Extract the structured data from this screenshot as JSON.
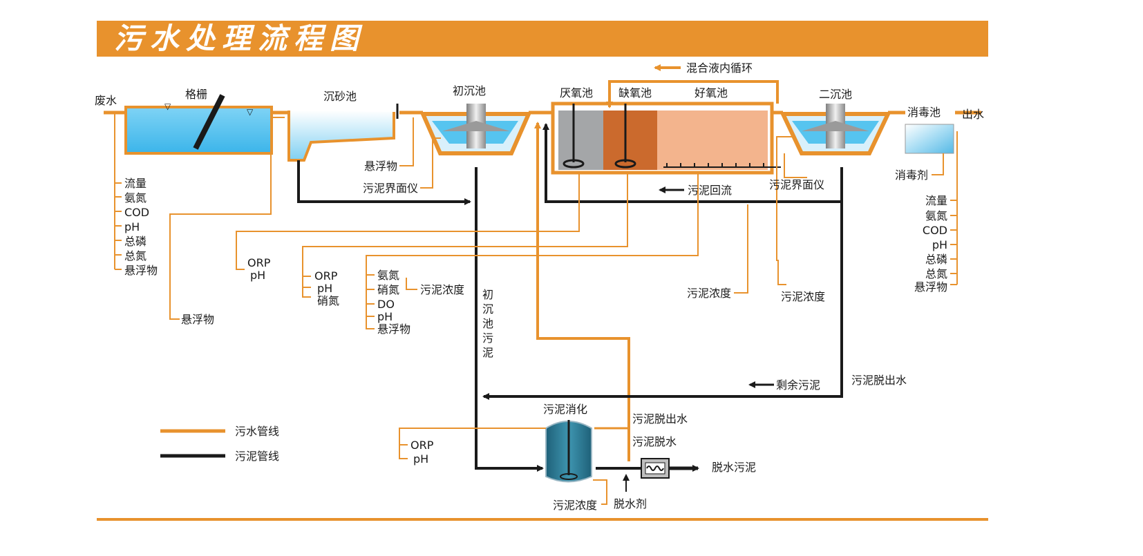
{
  "title": "污水处理流程图",
  "colors": {
    "orange": "#e8922d",
    "black": "#1a1a1a",
    "water_blue": "#56c4ef",
    "anaerobic_gray": "#a4a6a8",
    "anoxic_brown": "#cb6a2d",
    "aerobic_peach": "#f3b48d",
    "digester_teal": "#2f7f9a"
  },
  "units": {
    "inflow": "废水",
    "screen": "格栅",
    "grit": "沉砂池",
    "primary": "初沉池",
    "anaerobic": "厌氧池",
    "anoxic": "缺氧池",
    "aerobic": "好氧池",
    "secondary": "二沉池",
    "disinfection": "消毒池",
    "outflow": "出水",
    "digestion": "污泥消化"
  },
  "flows": {
    "mixed_liquor_recycle": "混合液内循环",
    "sludge_return": "污泥回流",
    "excess_sludge": "剩余污泥",
    "primary_sludge": [
      "初",
      "沉",
      "池",
      "污",
      "泥"
    ],
    "dewatering_filtrate": "污泥脱出水",
    "dewatering": "污泥脱水",
    "dewatered_sludge": "脱水污泥",
    "dewatering_agent": "脱水剂",
    "disinfectant": "消毒剂"
  },
  "instruments": {
    "inlet": [
      "流量",
      "氨氮",
      "COD",
      "pH",
      "总磷",
      "总氮",
      "悬浮物"
    ],
    "grit_ss": "悬浮物",
    "primary_interface": "污泥界面仪",
    "inlet_ss": "悬浮物",
    "anaerobic": [
      "ORP",
      "pH"
    ],
    "anoxic": [
      "ORP",
      "pH",
      "硝氮"
    ],
    "aerobic": [
      "氨氮",
      "硝氮",
      "DO",
      "pH",
      "悬浮物"
    ],
    "aerobic_sludge_conc": "污泥浓度",
    "return_sludge_conc": "污泥浓度",
    "secondary_sludge_conc": "污泥浓度",
    "secondary_interface": "污泥界面仪",
    "secondary_filtrate": "污泥脱出水",
    "outlet": [
      "流量",
      "氨氮",
      "COD",
      "pH",
      "总磷",
      "总氮",
      "悬浮物"
    ],
    "digester": [
      "ORP",
      "pH"
    ],
    "digester_sludge_conc": "污泥浓度"
  },
  "legend": {
    "sewage_line": "污水管线",
    "sludge_line": "污泥管线"
  }
}
